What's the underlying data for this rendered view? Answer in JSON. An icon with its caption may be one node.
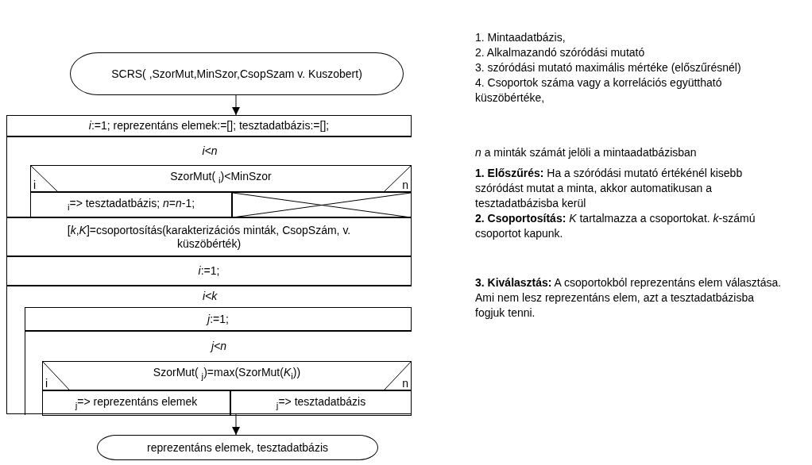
{
  "diagram": {
    "nodes": [
      {
        "text": [
          "SCRS( ,SzorMut,MinSzor,CsopSzam v. Kuszobert)"
        ]
      },
      {
        "text": [
          "*i*:=1; reprezentáns elemek:=[]; tesztadatbázis:=[];"
        ]
      },
      {
        "text": [
          "*i*<*n*"
        ]
      },
      {
        "text": [
          "SzorMut( $_{i}$)<MinSzor",
          "i",
          "n"
        ],
        "in": 2
      },
      {
        "text": [
          "$_{i}$=> tesztadatbázis; *n*=*n*-1;"
        ],
        "in": 2
      },
      {
        "text": [],
        "shape": "box",
        "in": 2
      },
      {
        "text": [
          "[*k*,*K*]=csoportosítás(karakterizációs minták, CsopSzám, v. küszöbérték)"
        ]
      },
      {
        "text": [
          "*i*:=1;"
        ]
      },
      {
        "text": [
          "*i*<*k*"
        ]
      },
      {
        "text": [
          "*j*:=1;"
        ],
        "in": 8
      },
      {
        "text": [
          "*j*<*n*"
        ],
        "in": 8
      },
      {
        "text": [
          "SzorMut( $_{j}$)=max(SzorMut(*K*$_{i}$))",
          "i",
          "n"
        ],
        "in": 10
      },
      {
        "text": [
          "$_{j}$=> reprezentáns elemek"
        ],
        "in": 10
      },
      {
        "text": [
          "$_{j}$=> tesztadatbázis"
        ],
        "in": 10
      },
      {
        "text": [
          "reprezentáns elemek, tesztadatbázis"
        ]
      }
    ],
    "edges": [
      {
        "from": 0,
        "to": 1,
        "arrow": "to"
      },
      {
        "from": 8,
        "to": 14,
        "arrow": "to"
      }
    ],
    "labels": [
      "1. Mintaadatbázis,",
      "2. Alkalmazandó szóródási mutató",
      "3. szóródási mutató maximális mértéke (előszűrésnél)",
      "4. Csoportok száma vagy a korrelációs együttható küszöbértéke,",
      "*n* a minták számát jelöli a mintaadatbázisban",
      "**1. Előszűrés:** Ha a szóródási mutató értékénél kisebb szóródást mutat a minta, akkor automatikusan a tesztadatbázisba kerül",
      "**2. Csoportosítás:** *K* tartalmazza a csoportokat. *k*-számú csoportot kapunk.",
      "**3. Kiválasztás:** A csoportokból reprezentáns elem választása. Ami nem lesz reprezentáns elem, azt a tesztadatbázisba fogjuk tenni."
    ]
  }
}
